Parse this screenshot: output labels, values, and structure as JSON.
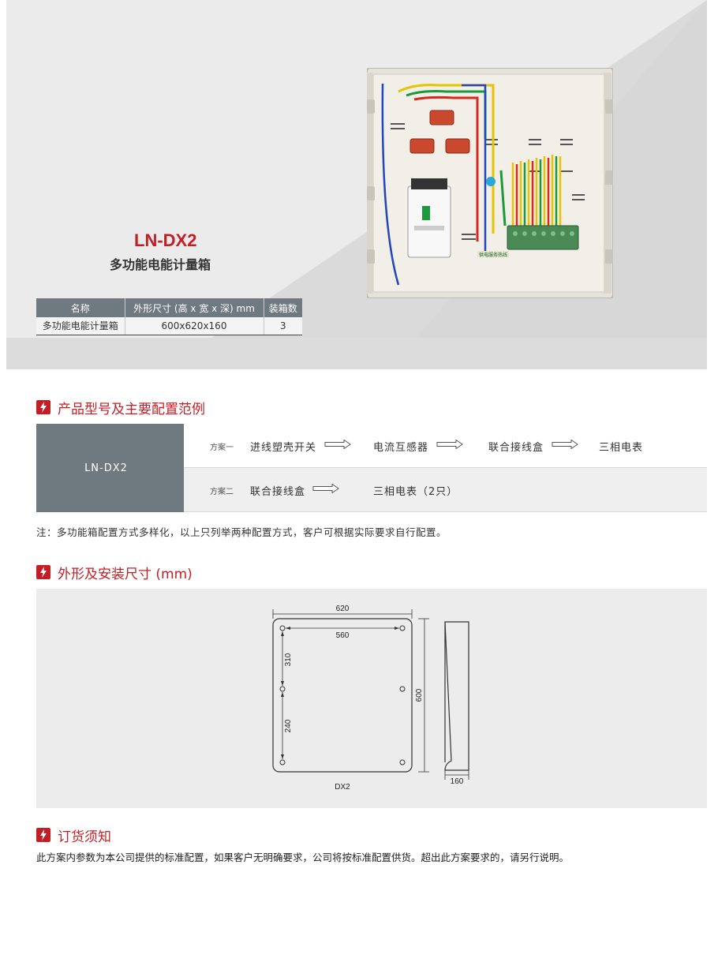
{
  "product": {
    "model": "LN-DX2",
    "name": "多功能电能计量箱"
  },
  "spec_table": {
    "headers": [
      "名称",
      "外形尺寸 (高 x 宽 x 深) mm",
      "装箱数"
    ],
    "row": [
      "多功能电能计量箱",
      "600x620x160",
      "3"
    ]
  },
  "photo": {
    "label_sticker": "供电服务热线"
  },
  "section_config": {
    "title": "产品型号及主要配置范例",
    "model": "LN-DX2",
    "plan1": {
      "label": "方案一",
      "steps": [
        "进线塑壳开关",
        "电流互感器",
        "联合接线盒",
        "三相电表"
      ]
    },
    "plan2": {
      "label": "方案二",
      "steps": [
        "联合接线盒",
        "三相电表（2只）"
      ]
    },
    "note": "注：多功能箱配置方式多样化，以上只列举两种配置方式，客户可根据实际要求自行配置。"
  },
  "section_dims": {
    "title": "外形及安装尺寸 (mm)",
    "width": "620",
    "hole_span": "560",
    "upper_gap": "310",
    "lower_gap": "240",
    "height": "600",
    "depth": "160",
    "caption": "DX2"
  },
  "section_order": {
    "title": "订货须知",
    "text": "此方案内参数为本公司提供的标准配置，如果客户无明确要求，公司将按标准配置供货。超出此方案要求的，请另行说明。"
  },
  "colors": {
    "accent": "#c41e25",
    "header_gray": "#6f7a80",
    "panel_gray": "#ececec"
  },
  "icons": {
    "section": "lightning-icon",
    "flow": "arrow-right-icon"
  }
}
